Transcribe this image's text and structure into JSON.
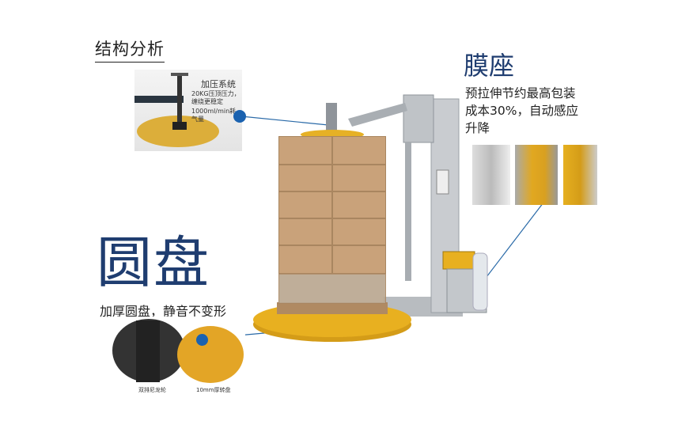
{
  "title": "结构分析",
  "pressure_system": {
    "label": "加压系统",
    "line1": "20KG压顶压力，缠绕更稳定",
    "line2": "1000ml/min耗气量"
  },
  "film_seat": {
    "title": "膜座",
    "lines": [
      "预拉伸节约最高包装",
      "成本30%，自动感应",
      "升降"
    ]
  },
  "disc": {
    "title": "圆盘",
    "description": "加厚圆盘，静音不变形",
    "captions": [
      "双排尼龙轮",
      "10mm厚转盘"
    ]
  },
  "colors": {
    "accent_blue": "#1a62b0",
    "title_blue": "#1f3d70",
    "turntable_yellow": "#e8b020"
  }
}
